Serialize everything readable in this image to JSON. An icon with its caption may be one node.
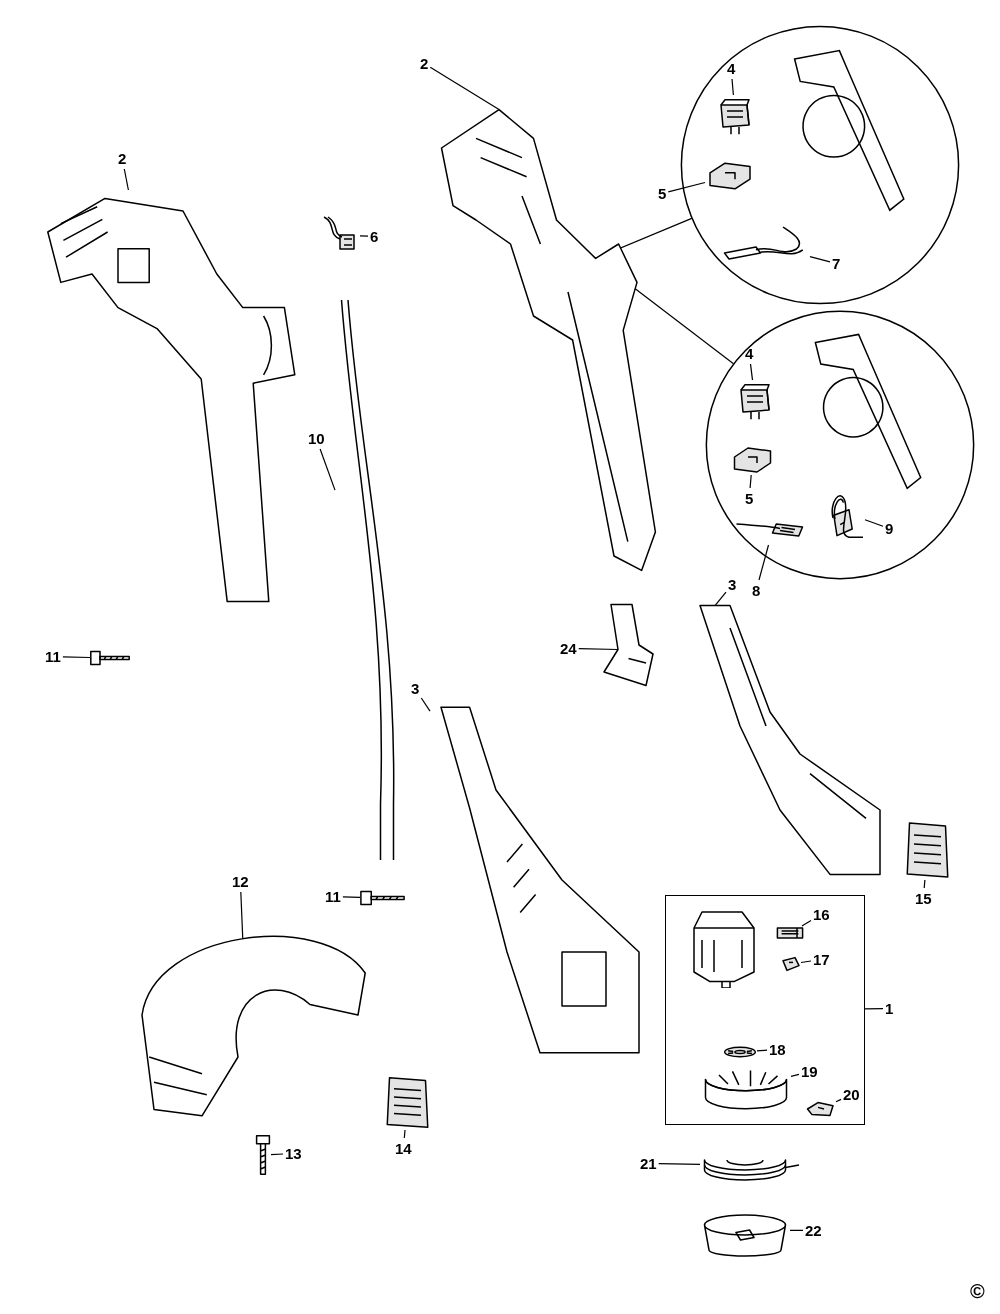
{
  "diagram": {
    "nodes": [
      {
        "text": [
          "2"
        ]
      },
      {
        "text": [],
        "shape": "picture"
      },
      {
        "text": [],
        "shape": "circle"
      },
      {
        "text": [
          "4"
        ],
        "in": 2
      },
      {
        "text": [],
        "shape": "picture",
        "in": 2
      },
      {
        "text": [
          "5"
        ]
      },
      {
        "text": [],
        "shape": "picture",
        "in": 2
      },
      {
        "text": [
          "7"
        ],
        "in": 2
      },
      {
        "text": [],
        "shape": "picture",
        "in": 2
      },
      {
        "text": [],
        "shape": "circle"
      },
      {
        "text": [
          "4"
        ],
        "in": 9
      },
      {
        "text": [],
        "shape": "picture",
        "in": 9
      },
      {
        "text": [
          "5"
        ],
        "in": 9
      },
      {
        "text": [],
        "shape": "picture",
        "in": 9
      },
      {
        "text": [
          "8"
        ]
      },
      {
        "text": [],
        "shape": "picture",
        "in": 9
      },
      {
        "text": [
          "9"
        ],
        "in": 9
      },
      {
        "text": [],
        "shape": "picture",
        "in": 9
      },
      {
        "text": [
          "2"
        ]
      },
      {
        "text": [],
        "shape": "picture"
      },
      {
        "text": [
          "6"
        ]
      },
      {
        "text": [],
        "shape": "picture"
      },
      {
        "text": [
          "11"
        ]
      },
      {
        "text": [],
        "shape": "picture"
      },
      {
        "text": [
          "10"
        ]
      },
      {
        "text": [],
        "shape": "picture"
      },
      {
        "text": [
          "3"
        ]
      },
      {
        "text": [],
        "shape": "picture"
      },
      {
        "text": [
          "3"
        ]
      },
      {
        "text": [],
        "shape": "picture"
      },
      {
        "text": [
          "24"
        ]
      },
      {
        "text": [],
        "shape": "picture"
      },
      {
        "text": [
          "11"
        ]
      },
      {
        "text": [],
        "shape": "picture"
      },
      {
        "text": [
          "12"
        ]
      },
      {
        "text": [],
        "shape": "picture"
      },
      {
        "text": [
          "15"
        ]
      },
      {
        "text": [],
        "shape": "picture"
      },
      {
        "text": [
          "14"
        ]
      },
      {
        "text": [],
        "shape": "picture"
      },
      {
        "text": [
          "1"
        ]
      },
      {
        "text": [],
        "shape": "box"
      },
      {
        "text": [
          "16"
        ],
        "in": 41
      },
      {
        "text": [],
        "shape": "picture",
        "in": 41
      },
      {
        "text": [
          "17"
        ],
        "in": 41
      },
      {
        "text": [],
        "shape": "picture",
        "in": 41
      },
      {
        "text": [
          "18"
        ],
        "in": 41
      },
      {
        "text": [],
        "shape": "picture",
        "in": 41
      },
      {
        "text": [
          "19"
        ],
        "in": 41
      },
      {
        "text": [],
        "shape": "picture",
        "in": 41
      },
      {
        "text": [
          "20"
        ],
        "in": 41
      },
      {
        "text": [],
        "shape": "picture",
        "in": 41
      },
      {
        "text": [
          "13"
        ]
      },
      {
        "text": [],
        "shape": "picture"
      },
      {
        "text": [
          "21"
        ]
      },
      {
        "text": [],
        "shape": "picture"
      },
      {
        "text": [
          "22"
        ]
      },
      {
        "text": [],
        "shape": "picture"
      }
    ],
    "edges": [
      {
        "from": 0,
        "to": 1,
        "arrow": "none"
      },
      {
        "from": 1,
        "to": 2,
        "arrow": "none"
      },
      {
        "from": 3,
        "to": 4,
        "arrow": "none"
      },
      {
        "from": 5,
        "to": 6,
        "arrow": "none"
      },
      {
        "from": 7,
        "to": 8,
        "arrow": "none"
      },
      {
        "from": 1,
        "to": 9,
        "arrow": "none"
      },
      {
        "from": 10,
        "to": 11,
        "arrow": "none"
      },
      {
        "from": 12,
        "to": 13,
        "arrow": "none"
      },
      {
        "from": 14,
        "to": 15,
        "arrow": "none"
      },
      {
        "from": 16,
        "to": 17,
        "arrow": "none"
      },
      {
        "from": 18,
        "to": 19,
        "arrow": "none"
      },
      {
        "from": 20,
        "to": 21,
        "arrow": "none"
      },
      {
        "from": 22,
        "to": 23,
        "arrow": "none"
      },
      {
        "from": 24,
        "to": 25,
        "arrow": "none"
      },
      {
        "from": 26,
        "to": 27,
        "arrow": "none"
      },
      {
        "from": 28,
        "to": 29,
        "arrow": "none"
      },
      {
        "from": 30,
        "to": 31,
        "arrow": "none"
      },
      {
        "from": 32,
        "to": 33,
        "arrow": "none"
      },
      {
        "from": 34,
        "to": 35,
        "arrow": "none"
      },
      {
        "from": 36,
        "to": 37,
        "arrow": "none"
      },
      {
        "from": 38,
        "to": 39,
        "arrow": "none"
      },
      {
        "from": 40,
        "to": 41,
        "arrow": "none"
      },
      {
        "from": 42,
        "to": 43,
        "arrow": "none"
      },
      {
        "from": 44,
        "to": 45,
        "arrow": "none"
      },
      {
        "from": 46,
        "to": 47,
        "arrow": "none"
      },
      {
        "from": 48,
        "to": 49,
        "arrow": "none"
      },
      {
        "from": 50,
        "to": 51,
        "arrow": "none"
      },
      {
        "from": 52,
        "to": 53,
        "arrow": "none"
      },
      {
        "from": 54,
        "to": 55,
        "arrow": "none"
      },
      {
        "from": 56,
        "to": 57,
        "arrow": "none"
      }
    ],
    "labels": [
      "©"
    ]
  }
}
